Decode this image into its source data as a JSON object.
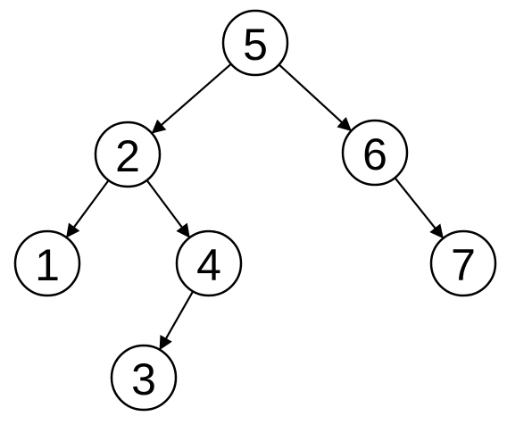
{
  "tree": {
    "nodes": [
      {
        "id": "n5",
        "label": "5"
      },
      {
        "id": "n2",
        "label": "2"
      },
      {
        "id": "n6",
        "label": "6"
      },
      {
        "id": "n1",
        "label": "1"
      },
      {
        "id": "n4",
        "label": "4"
      },
      {
        "id": "n7",
        "label": "7"
      },
      {
        "id": "n3",
        "label": "3"
      }
    ],
    "edges": [
      {
        "from": "n5",
        "to": "n2"
      },
      {
        "from": "n5",
        "to": "n6"
      },
      {
        "from": "n2",
        "to": "n1"
      },
      {
        "from": "n2",
        "to": "n4"
      },
      {
        "from": "n6",
        "to": "n7"
      },
      {
        "from": "n4",
        "to": "n3"
      }
    ]
  }
}
